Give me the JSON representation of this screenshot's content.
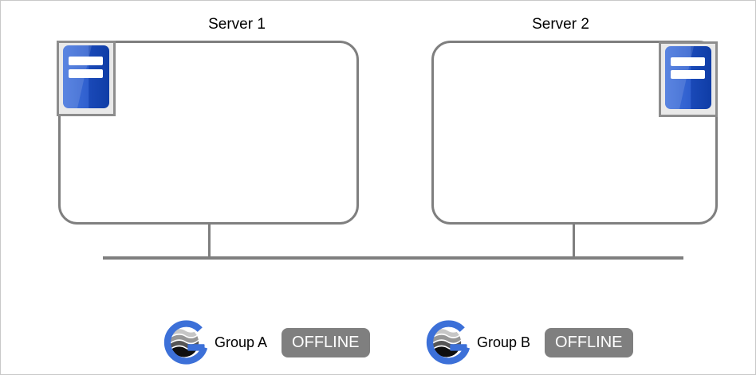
{
  "page": {
    "background": "#ffffff",
    "border_color": "#c9c9c9"
  },
  "servers": [
    {
      "label": "Server 1"
    },
    {
      "label": "Server 2"
    }
  ],
  "groups": [
    {
      "label": "Group A",
      "status": "OFFLINE"
    },
    {
      "label": "Group B",
      "status": "OFFLINE"
    }
  ],
  "icons": {
    "server": "server-tower-icon",
    "group_logo": "globe-g-logo-icon"
  },
  "colors": {
    "line_gray": "#7f7f7f",
    "server_box_border": "#7f7f7f",
    "status_badge_bg": "#7f7f7f",
    "status_badge_text": "#ffffff",
    "server_icon_box_bg": "#e9e9e9",
    "server_icon_box_border": "#8d8d8d",
    "server_icon_blue_light": "#4273dd",
    "server_icon_blue_dark": "#0f3da6",
    "group_logo_blue": "#3c70d8",
    "title_text": "#000000"
  }
}
